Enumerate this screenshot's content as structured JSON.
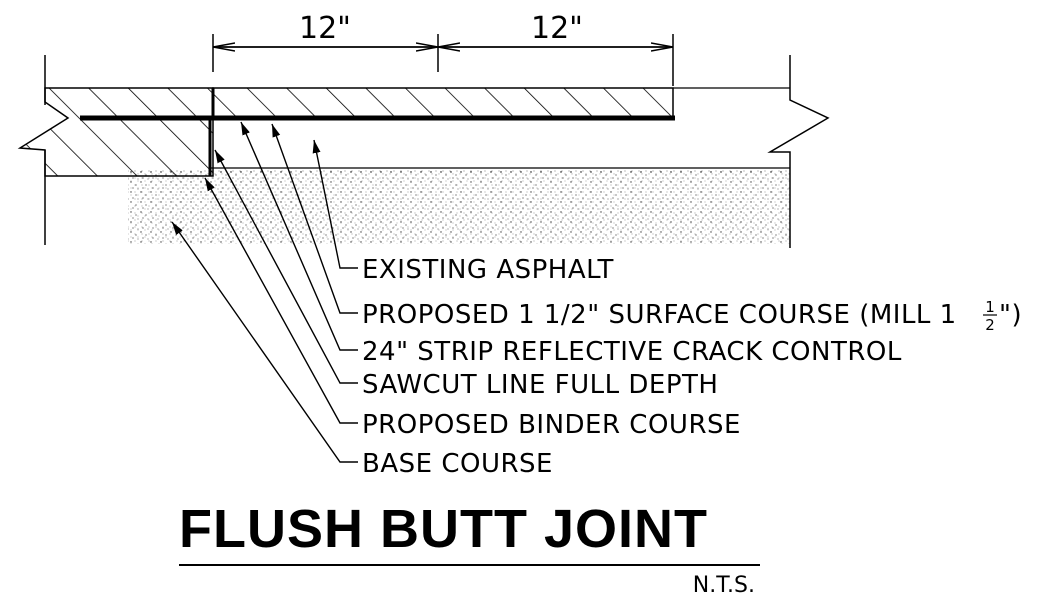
{
  "dimensions": [
    "12\"",
    "12\""
  ],
  "labels": {
    "existing_asphalt": "EXISTING ASPHALT",
    "surface_course": "PROPOSED 1 1/2\" SURFACE COURSE (MILL 1",
    "surface_course_fraction_num": "1",
    "surface_course_fraction_den": "2",
    "surface_course_close": "\")",
    "crack_control": "24\" STRIP REFLECTIVE CRACK CONTROL",
    "sawcut": "SAWCUT LINE FULL DEPTH",
    "binder_course": "PROPOSED BINDER COURSE",
    "base_course": "BASE COURSE"
  },
  "title": "FLUSH BUTT JOINT",
  "scale_note": "N.T.S."
}
